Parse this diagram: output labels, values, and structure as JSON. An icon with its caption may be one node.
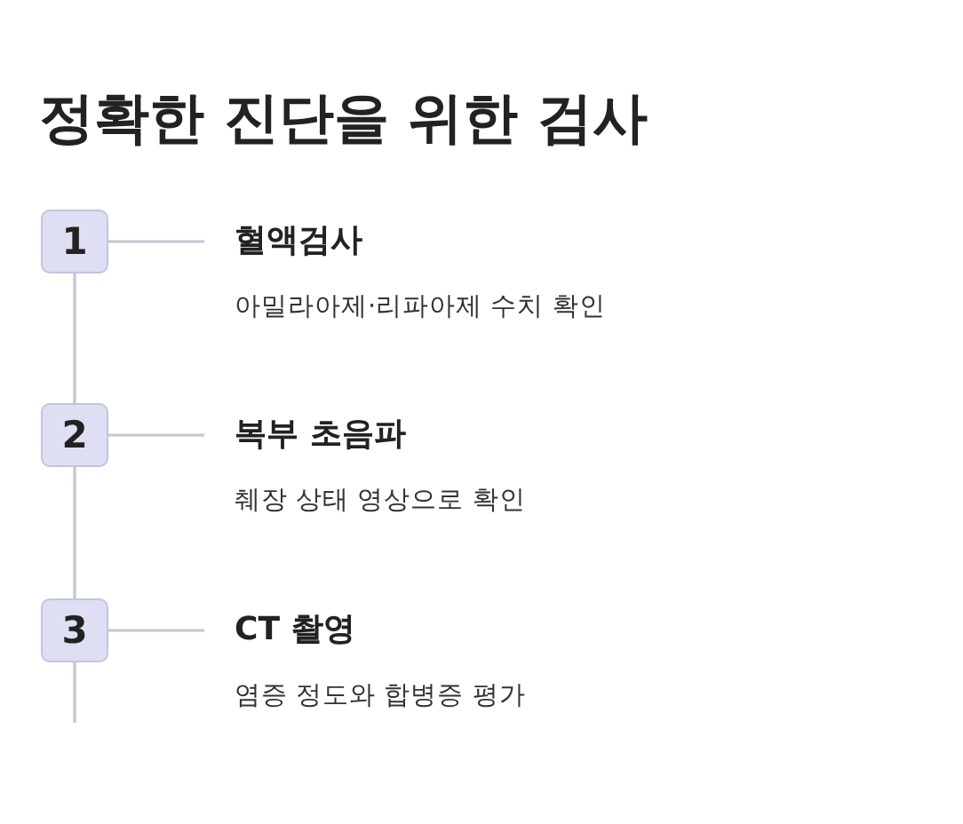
{
  "diagram": {
    "title": "정확한 진단을 위한 검사",
    "nodes": [
      {
        "text": [
          "1"
        ]
      },
      {
        "text": [
          "혈액검사",
          "아밀라아제·리파아제 수치 확인"
        ]
      },
      {
        "text": [
          "2"
        ]
      },
      {
        "text": [
          "복부 초음파",
          "췌장 상태 영상으로 확인"
        ]
      },
      {
        "text": [
          "3"
        ]
      },
      {
        "text": [
          "CT 촬영",
          "염증 정도와 합병증 평가"
        ]
      }
    ],
    "edges": [
      {
        "from": 0,
        "to": 1,
        "arrow": "none"
      },
      {
        "from": 2,
        "to": 3,
        "arrow": "none"
      },
      {
        "from": 4,
        "to": 5,
        "arrow": "none"
      },
      {
        "from": 0,
        "to": 2,
        "arrow": "none"
      },
      {
        "from": 2,
        "to": 4,
        "arrow": "none"
      },
      {
        "from": 4,
        "to": null,
        "arrow": "none"
      }
    ]
  }
}
